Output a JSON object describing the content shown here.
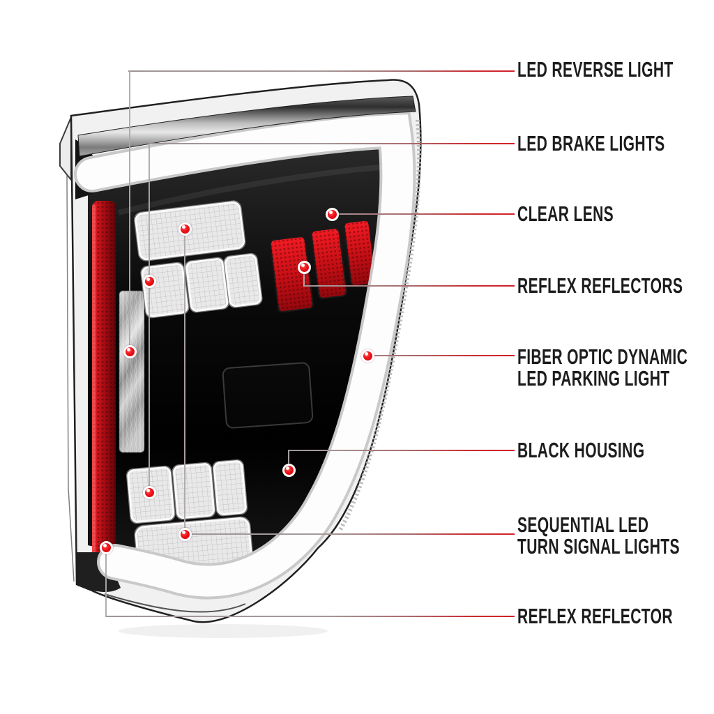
{
  "figure": {
    "type": "product-feature-callout-diagram",
    "subject": "LED tail light assembly",
    "background": "#ffffff"
  },
  "colors": {
    "leader_line_red_tip": "#d4202a",
    "leader_line_gray": "#a59a9a",
    "marker_dot_red": "#ef1118",
    "label_text": "#1d1d1d",
    "housing_black": "#0a0a0a",
    "reflector_red": "#c1121c",
    "light_bar_white": "#fdfdfd",
    "lens_gray": "#f1f1f1"
  },
  "callouts": [
    {
      "name": "led-reverse-light",
      "lines": [
        "LED REVERSE LIGHT"
      ],
      "dot_count": 1
    },
    {
      "name": "led-brake-lights",
      "lines": [
        "LED BRAKE LIGHTS"
      ],
      "dot_count": 2
    },
    {
      "name": "clear-lens",
      "lines": [
        "CLEAR LENS"
      ],
      "dot_count": 1
    },
    {
      "name": "reflex-reflectors",
      "lines": [
        "REFLEX REFLECTORS"
      ],
      "dot_count": 1
    },
    {
      "name": "fiber-optic-parking-light",
      "lines": [
        "FIBER OPTIC DYNAMIC",
        "LED PARKING LIGHT"
      ],
      "dot_count": 1
    },
    {
      "name": "black-housing",
      "lines": [
        "BLACK HOUSING"
      ],
      "dot_count": 1
    },
    {
      "name": "sequential-turn-signals",
      "lines": [
        "SEQUENTIAL LED",
        "TURN SIGNAL LIGHTS"
      ],
      "dot_count": 2
    },
    {
      "name": "reflex-reflector",
      "lines": [
        "REFLEX REFLECTOR"
      ],
      "dot_count": 1
    }
  ]
}
